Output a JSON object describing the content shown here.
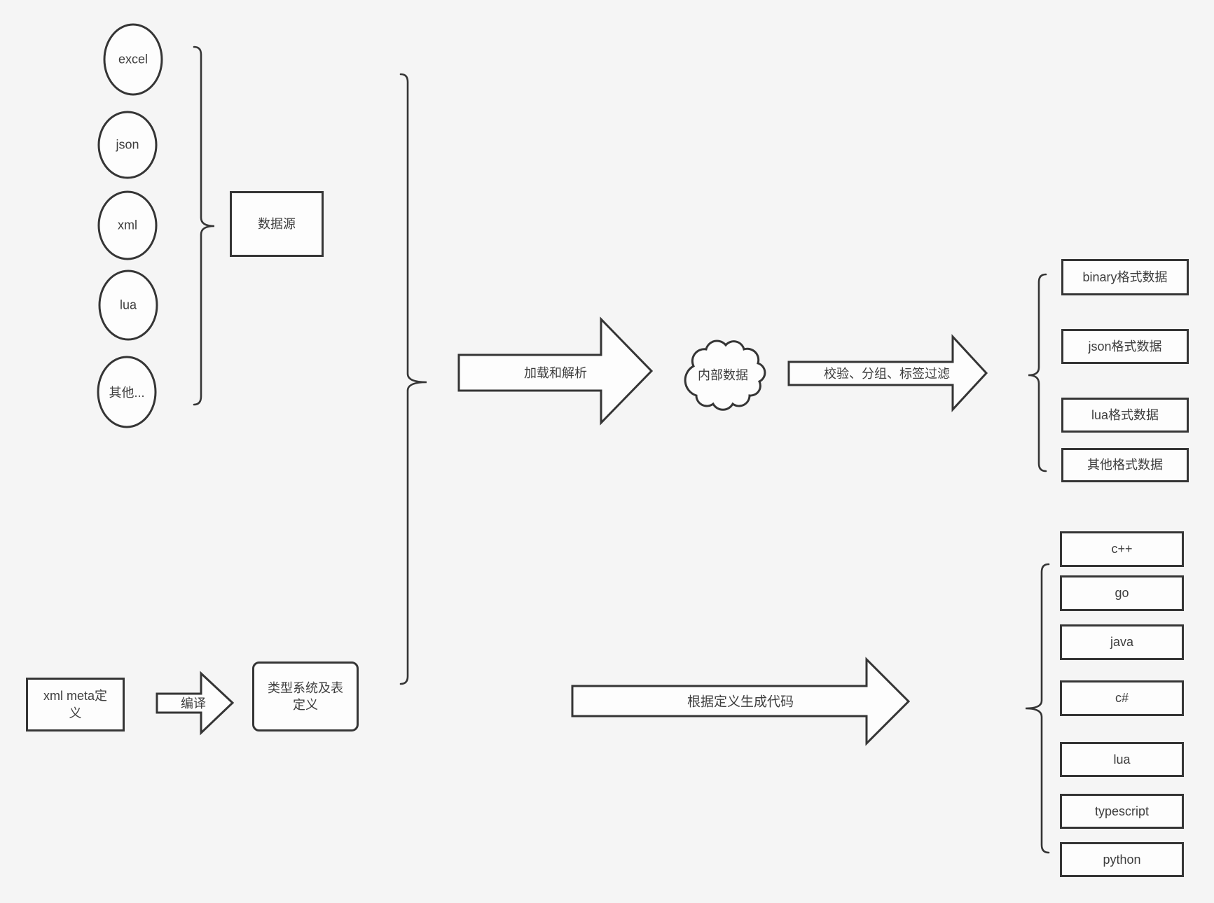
{
  "palette": {
    "background": "#f5f5f5",
    "stroke": "#353535",
    "node_fill": "#fdfdfd",
    "text": "#3d3d3d"
  },
  "data_sources": {
    "group_label": "数据源",
    "items": [
      "excel",
      "json",
      "xml",
      "lua",
      "其他..."
    ]
  },
  "process": {
    "load_parse_arrow": "加载和解析",
    "internal_data_cloud": "内部数据",
    "filter_arrow": "校验、分组、标签过滤",
    "output_formats": [
      "binary格式数据",
      "json格式数据",
      "lua格式数据",
      "其他格式数据"
    ]
  },
  "definition": {
    "xml_meta_box": "xml meta定义",
    "compile_arrow": "编译",
    "type_system_box": "类型系统及表定义",
    "codegen_arrow": "根据定义生成代码",
    "languages": [
      "c++",
      "go",
      "java",
      "c#",
      "lua",
      "typescript",
      "python"
    ]
  }
}
